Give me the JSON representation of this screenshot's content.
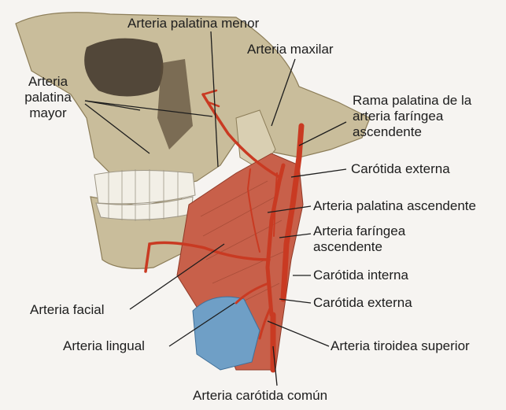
{
  "labels": {
    "palatina_menor": "Arteria palatina menor",
    "maxilar": "Arteria maxilar",
    "palatina_mayor": [
      "Arteria",
      "palatina",
      "mayor"
    ],
    "rama_palatina": [
      "Rama palatina de la",
      "arteria faríngea",
      "ascendente"
    ],
    "carotida_externa_1": "Carótida externa",
    "palatina_ascendente": "Arteria palatina ascendente",
    "faringea_ascendente": [
      "Arteria faríngea",
      "ascendente"
    ],
    "carotida_interna": "Carótida interna",
    "carotida_externa_2": "Carótida externa",
    "facial": "Arteria facial",
    "lingual": "Arteria lingual",
    "tiroidea_superior": "Arteria tiroidea superior",
    "carotida_comun": "Arteria carótida común"
  },
  "colors": {
    "background": "#f6f4f1",
    "bone": "#c9bd9b",
    "muscle": "#c8604a",
    "artery": "#c93a22",
    "larynx": "#6f9fc6",
    "teeth": "#f2efe6",
    "leader": "#1d1d1d"
  }
}
